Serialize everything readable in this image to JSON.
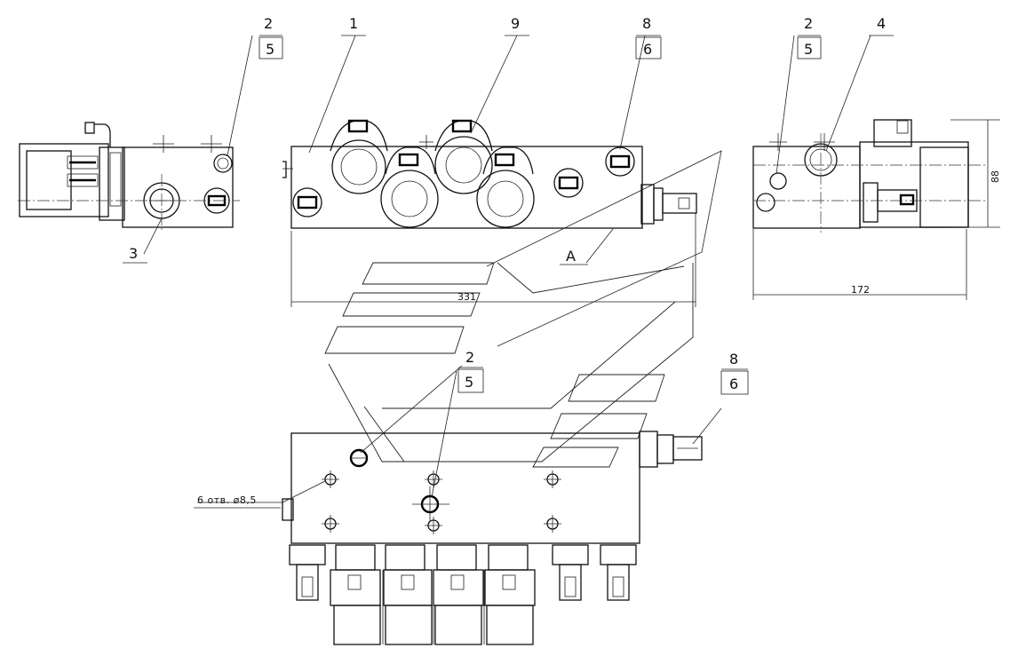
{
  "callouts": {
    "left": {
      "item": "2",
      "box": "5",
      "bottom": "3"
    },
    "top": {
      "body": "1",
      "coil": "9",
      "sensor_item": "8",
      "sensor_box": "6"
    },
    "right": {
      "item": "2",
      "box": "5",
      "plug": "4"
    },
    "bottom": {
      "item": "2",
      "box": "5",
      "sensor_item": "8",
      "sensor_box": "6"
    },
    "view_label": "A"
  },
  "dimensions": {
    "length": "331",
    "width": "172",
    "height": "88",
    "holes_note": "6 отв. ø8,5"
  }
}
